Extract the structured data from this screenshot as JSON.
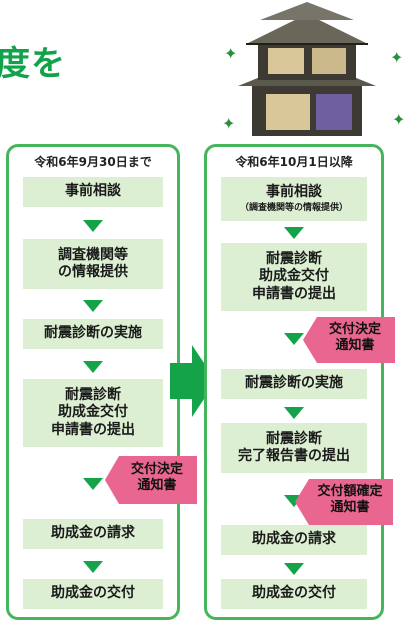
{
  "header": {
    "title_fragment": "度を"
  },
  "left_panel": {
    "heading": "令和6年9月30日まで",
    "steps": [
      {
        "label": "事前相談"
      },
      {
        "label": "調査機関等\nの情報提供"
      },
      {
        "label": "耐震診断の実施"
      },
      {
        "label": "耐震診断\n助成金交付\n申請書の提出"
      },
      {
        "label": "助成金の請求"
      },
      {
        "label": "助成金の交付"
      }
    ],
    "notice": "交付決定\n通知書"
  },
  "right_panel": {
    "heading": "令和6年10月1日以降",
    "steps": [
      {
        "label": "事前相談",
        "sub": "（調査機関等の情報提供）"
      },
      {
        "label": "耐震診断\n助成金交付\n申請書の提出"
      },
      {
        "label": "耐震診断の実施"
      },
      {
        "label": "耐震診断\n完了報告書の提出"
      },
      {
        "label": "助成金の請求"
      },
      {
        "label": "助成金の交付"
      }
    ],
    "notices": [
      "交付決定\n通知書",
      "交付額確定\n通知書"
    ]
  },
  "colors": {
    "accent_green": "#15a34a",
    "panel_border": "#46b45a",
    "step_fill": "#dcefd2",
    "notice_pink": "#e8668f"
  }
}
